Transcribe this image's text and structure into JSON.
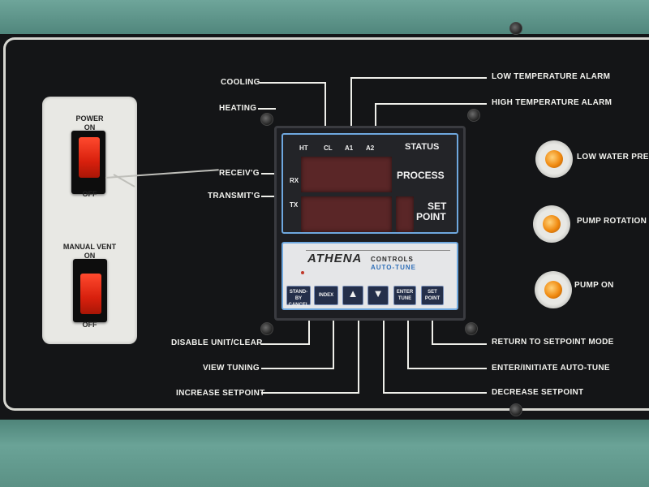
{
  "left_switches": {
    "power": {
      "title": "POWER",
      "on": "ON",
      "off": "OFF"
    },
    "manual_vent": {
      "title": "MANUAL VENT",
      "on": "ON",
      "off": "OFF"
    }
  },
  "left_labels": {
    "cooling": "COOLING",
    "heating": "HEATING",
    "receiving": "RECEIV'G",
    "transmitting": "TRANSMIT'G"
  },
  "top_labels": {
    "low_temp_alarm": "LOW TEMPERATURE ALARM",
    "high_temp_alarm": "HIGH TEMPERATURE ALARM"
  },
  "bottom_left_labels": {
    "disable_unit": "DISABLE UNIT/CLEAR",
    "view_tuning": "VIEW TUNING",
    "increase_setpoint": "INCREASE SETPOINT"
  },
  "bottom_right_labels": {
    "return_setpoint": "RETURN TO SETPOINT MODE",
    "enter_autotune": "ENTER/INITIATE AUTO-TUNE",
    "decrease_setpoint": "DECREASE SETPOINT"
  },
  "right_lamps": {
    "low_water": "LOW WATER PRE",
    "pump_rotation": "PUMP ROTATION",
    "pump_on": "PUMP ON"
  },
  "controller": {
    "indicators": [
      "HT",
      "CL",
      "A1",
      "A2"
    ],
    "status": "STATUS",
    "rx": "RX",
    "tx": "TX",
    "process": "PROCESS",
    "set_point_1": "SET",
    "set_point_2": "POINT",
    "brand": "ATHENA",
    "brand_sub": "CONTROLS",
    "autotune": "AUTO-TUNE",
    "keys": {
      "standby_1": "STAND-BY",
      "standby_2": "CANCEL",
      "index": "INDEX",
      "up": "▲",
      "down": "▼",
      "enter_1": "ENTER",
      "enter_2": "TUNE",
      "setpoint_1": "SET",
      "setpoint_2": "POINT"
    }
  },
  "colors": {
    "panel": "#141517",
    "frame": "#5a8f86",
    "rocker": "#e0290f",
    "lamp": "#f08a10",
    "accent_blue": "#6fa8df"
  }
}
